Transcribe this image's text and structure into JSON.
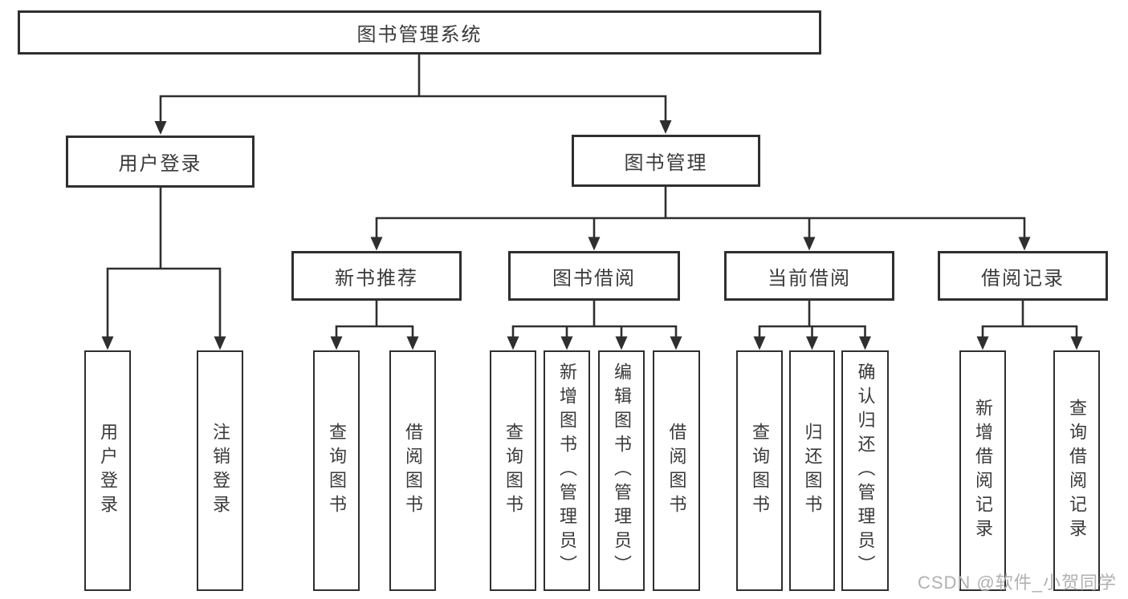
{
  "diagram": {
    "title": "图书管理系统",
    "watermark": "CSDN @软件_小贺同学",
    "colors": {
      "line": "#2f2f2f",
      "text": "#3a3a3a",
      "watermark": "#b0b0b0",
      "background": "#ffffff",
      "box_fill": "#ffffff"
    },
    "nodes": {
      "root": "图书管理系统",
      "user_login": "用户登录",
      "book_management": "图书管理",
      "new_book_recommend": "新书推荐",
      "book_borrow": "图书借阅",
      "current_borrow": "当前借阅",
      "borrow_records": "借阅记录"
    },
    "leaves": {
      "user_login": [
        "用户登录",
        "注销登录"
      ],
      "new_book_recommend": [
        "查询图书",
        "借阅图书"
      ],
      "book_borrow": [
        "查询图书",
        "新增图书（管理员）",
        "编辑图书（管理员）",
        "借阅图书"
      ],
      "current_borrow": [
        "查询图书",
        "归还图书",
        "确认归还（管理员）"
      ],
      "borrow_records": [
        "新增借阅记录",
        "查询借阅记录"
      ]
    }
  }
}
